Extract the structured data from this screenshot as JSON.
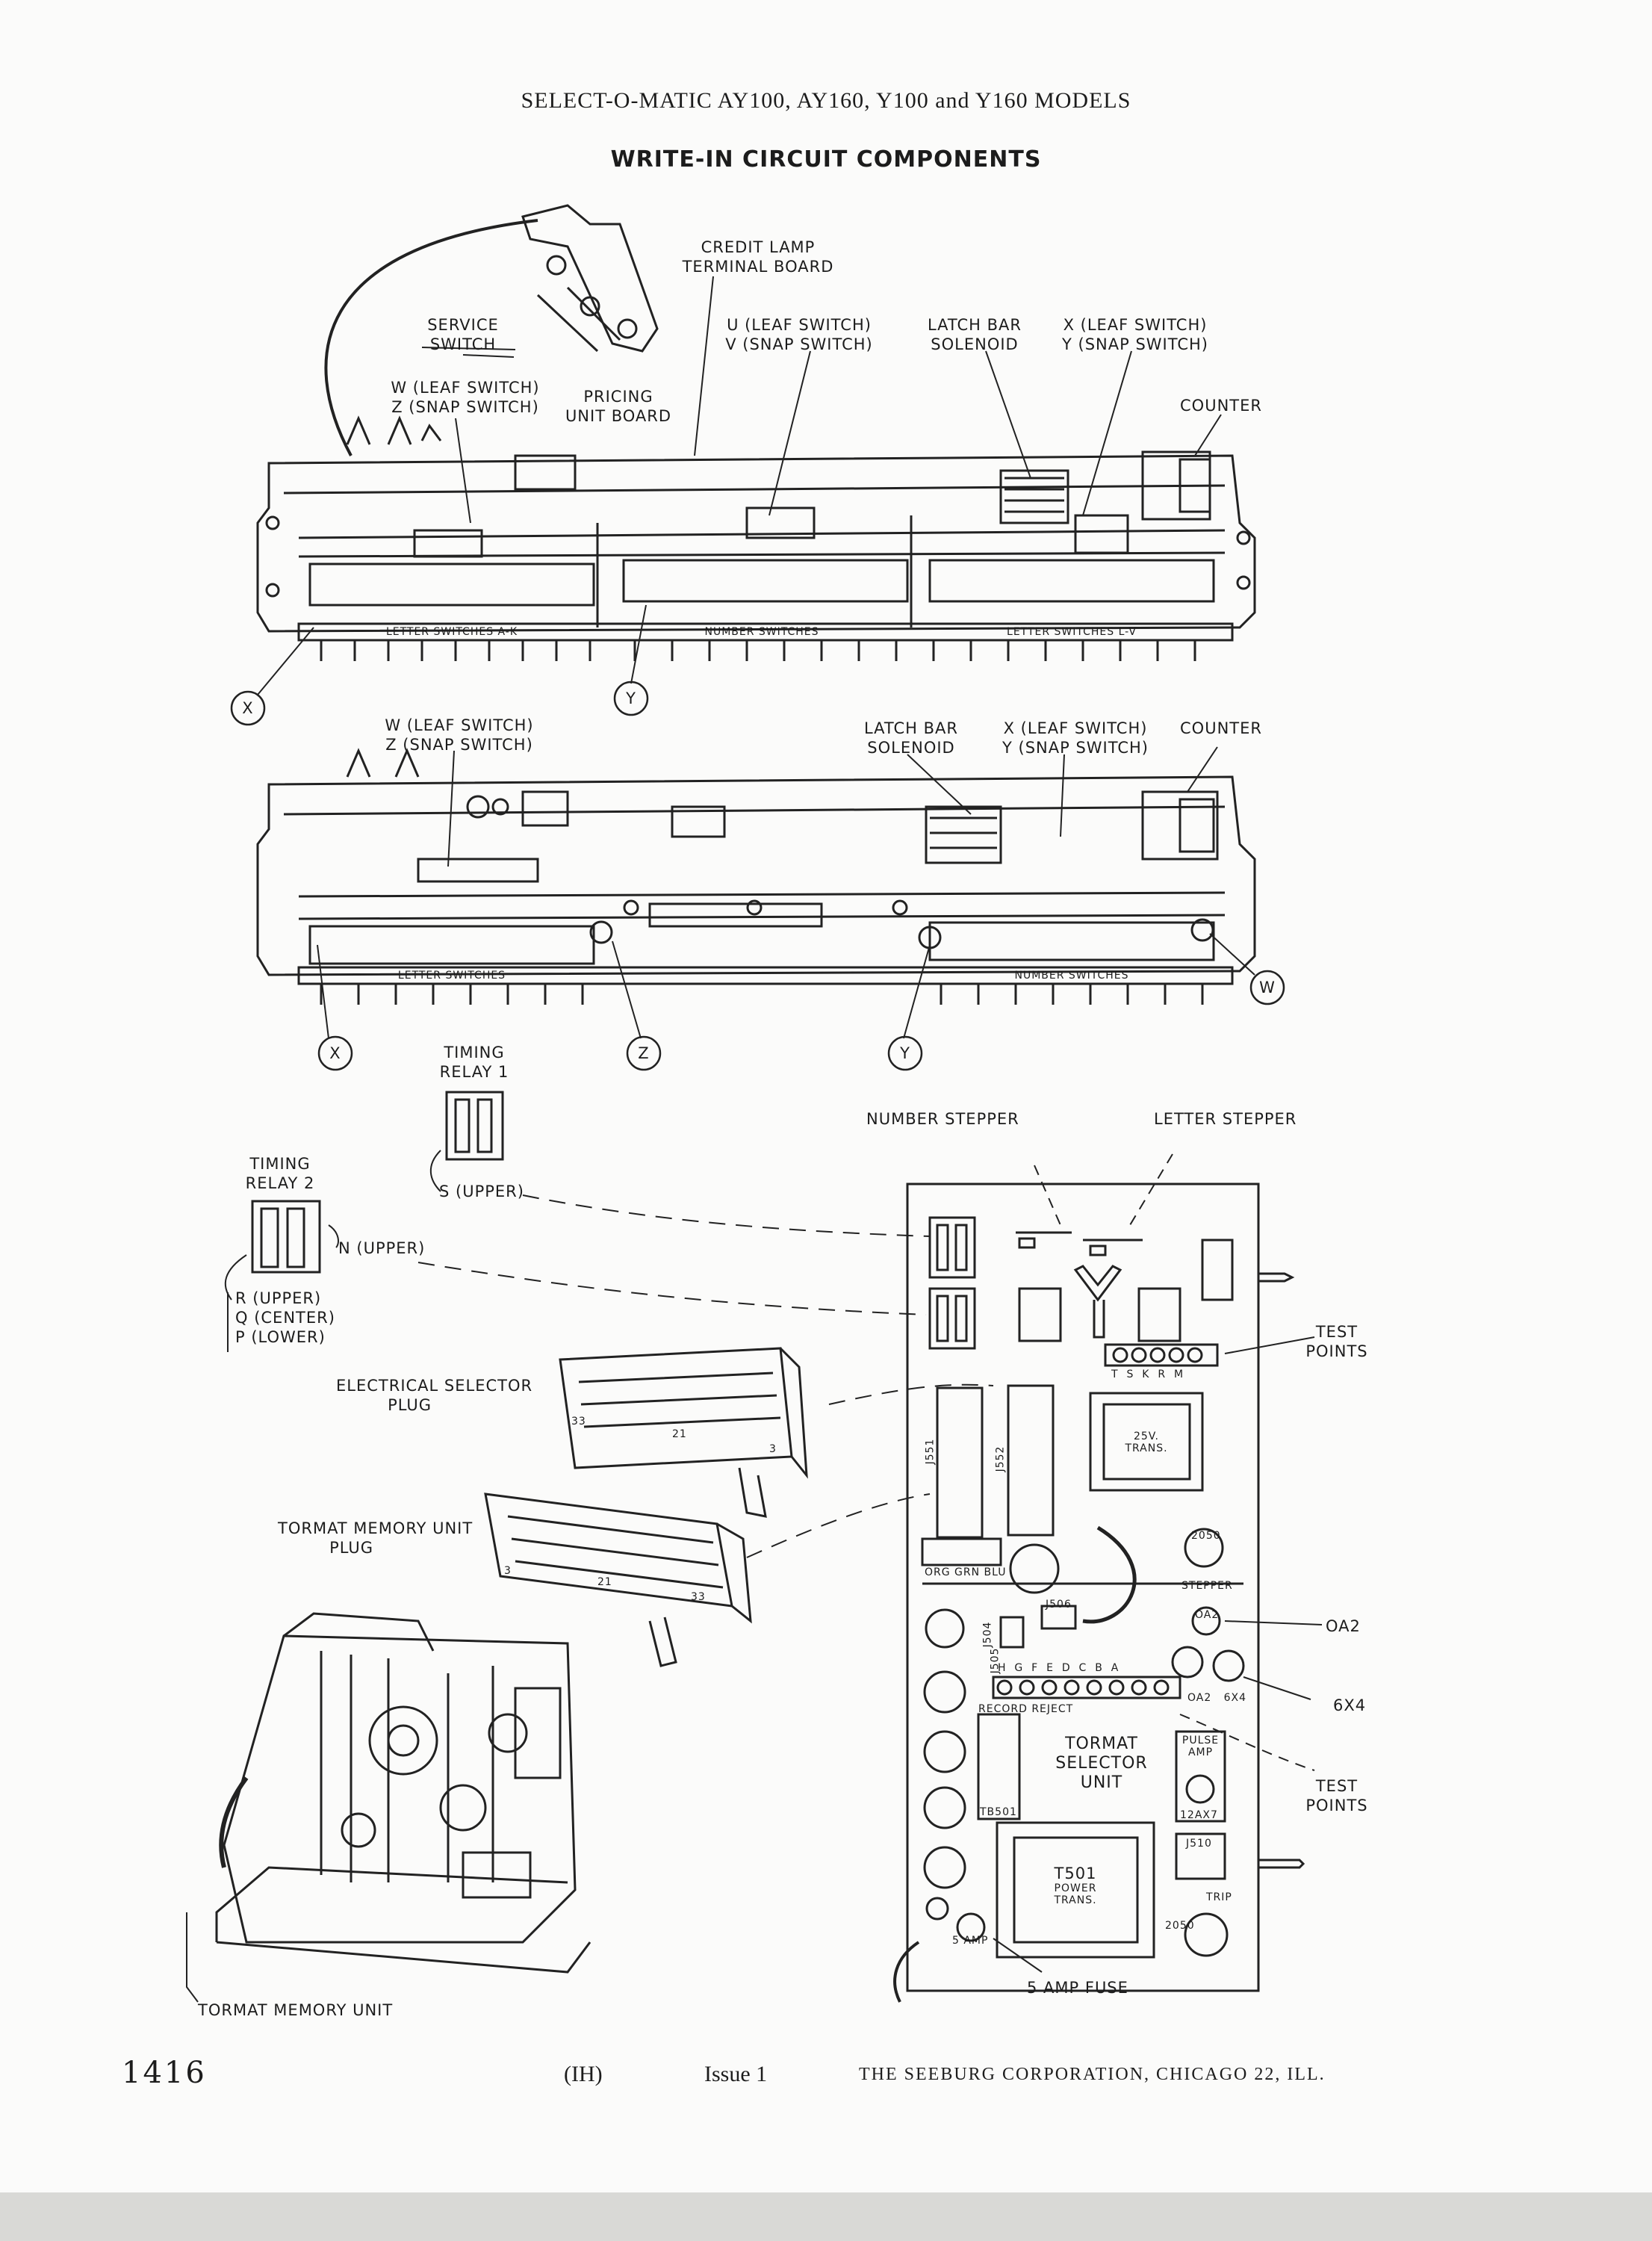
{
  "header": {
    "model_line": "SELECT-O-MATIC AY100, AY160, Y100 and Y160 MODELS",
    "title": "WRITE-IN CIRCUIT COMPONENTS"
  },
  "figure1": {
    "labels": {
      "credit_lamp": "CREDIT LAMP\nTERMINAL BOARD",
      "service_switch": "SERVICE\nSWITCH",
      "uv_switch": "U (LEAF SWITCH)\nV (SNAP SWITCH)",
      "latch_bar": "LATCH BAR\nSOLENOID",
      "xy_switch": "X (LEAF SWITCH)\nY (SNAP SWITCH)",
      "wz_switch": "W (LEAF SWITCH)\nZ (SNAP SWITCH)",
      "pricing": "PRICING\nUNIT BOARD",
      "counter": "COUNTER"
    },
    "strip_labels": [
      "LETTER SWITCHES A-K",
      "NUMBER SWITCHES",
      "LETTER SWITCHES L-V"
    ],
    "callouts": [
      "X",
      "Y"
    ]
  },
  "figure2": {
    "labels": {
      "wz_switch": "W (LEAF SWITCH)\nZ (SNAP SWITCH)",
      "latch_bar": "LATCH BAR\nSOLENOID",
      "xy_switch": "X (LEAF SWITCH)\nY (SNAP SWITCH)",
      "counter": "COUNTER"
    },
    "strip_labels": [
      "LETTER SWITCHES",
      "NUMBER SWITCHES"
    ],
    "callouts": [
      "X",
      "Z",
      "Y",
      "W"
    ]
  },
  "figure3": {
    "labels": {
      "timing_relay_1": "TIMING\nRELAY 1",
      "s_upper": "S (UPPER)",
      "timing_relay_2": "TIMING\nRELAY 2",
      "n_upper": "N (UPPER)",
      "rqp": "R (UPPER)\nQ (CENTER)\nP (LOWER)",
      "number_stepper": "NUMBER STEPPER",
      "letter_stepper": "LETTER STEPPER",
      "test_points_1": "TEST\nPOINTS",
      "electrical_plug": "ELECTRICAL SELECTOR\n         PLUG",
      "tormat_plug": "TORMAT MEMORY UNIT\n         PLUG",
      "oa2": "OA2",
      "6x4": "6X4",
      "test_points_2": "TEST\nPOINTS",
      "five_amp_fuse": "5 AMP FUSE",
      "tormat_memory_unit": "TORMAT MEMORY UNIT"
    },
    "board": {
      "test_terminals": "T  S  K  R  M",
      "j551": "J551",
      "j552": "J552",
      "trans_25v": "25V.\nTRANS.",
      "relay_2050a": "2050",
      "stepper": "STEPPER",
      "j504": "J504",
      "j505": "J505",
      "j506": "J506",
      "oa2_small": "OA2",
      "letters_row": "H  G  F  E  D  C  B  A",
      "oa2_6x4": "OA2   6X4",
      "record_reject": "RECORD REJECT",
      "tormat_selector": "TORMAT\nSELECTOR\nUNIT",
      "pulse_amp": "PULSE\nAMP",
      "tube_12ax7": "12AX7",
      "j510": "J510",
      "tb501": "TB501",
      "t501": "T501",
      "power_trans": "POWER\nTRANS.",
      "trip": "TRIP",
      "relay_2050b": "2050",
      "five_amp": "5 AMP",
      "plug_numbers_1": [
        "33",
        "21",
        "3"
      ],
      "plug_numbers_2": [
        "3",
        "21",
        "33"
      ],
      "org_grn_blu": "ORG GRN BLU"
    }
  },
  "footer": {
    "page_number": "1416",
    "code": "(IH)",
    "issue": "Issue 1",
    "company": "THE SEEBURG CORPORATION, CHICAGO 22, ILL."
  }
}
